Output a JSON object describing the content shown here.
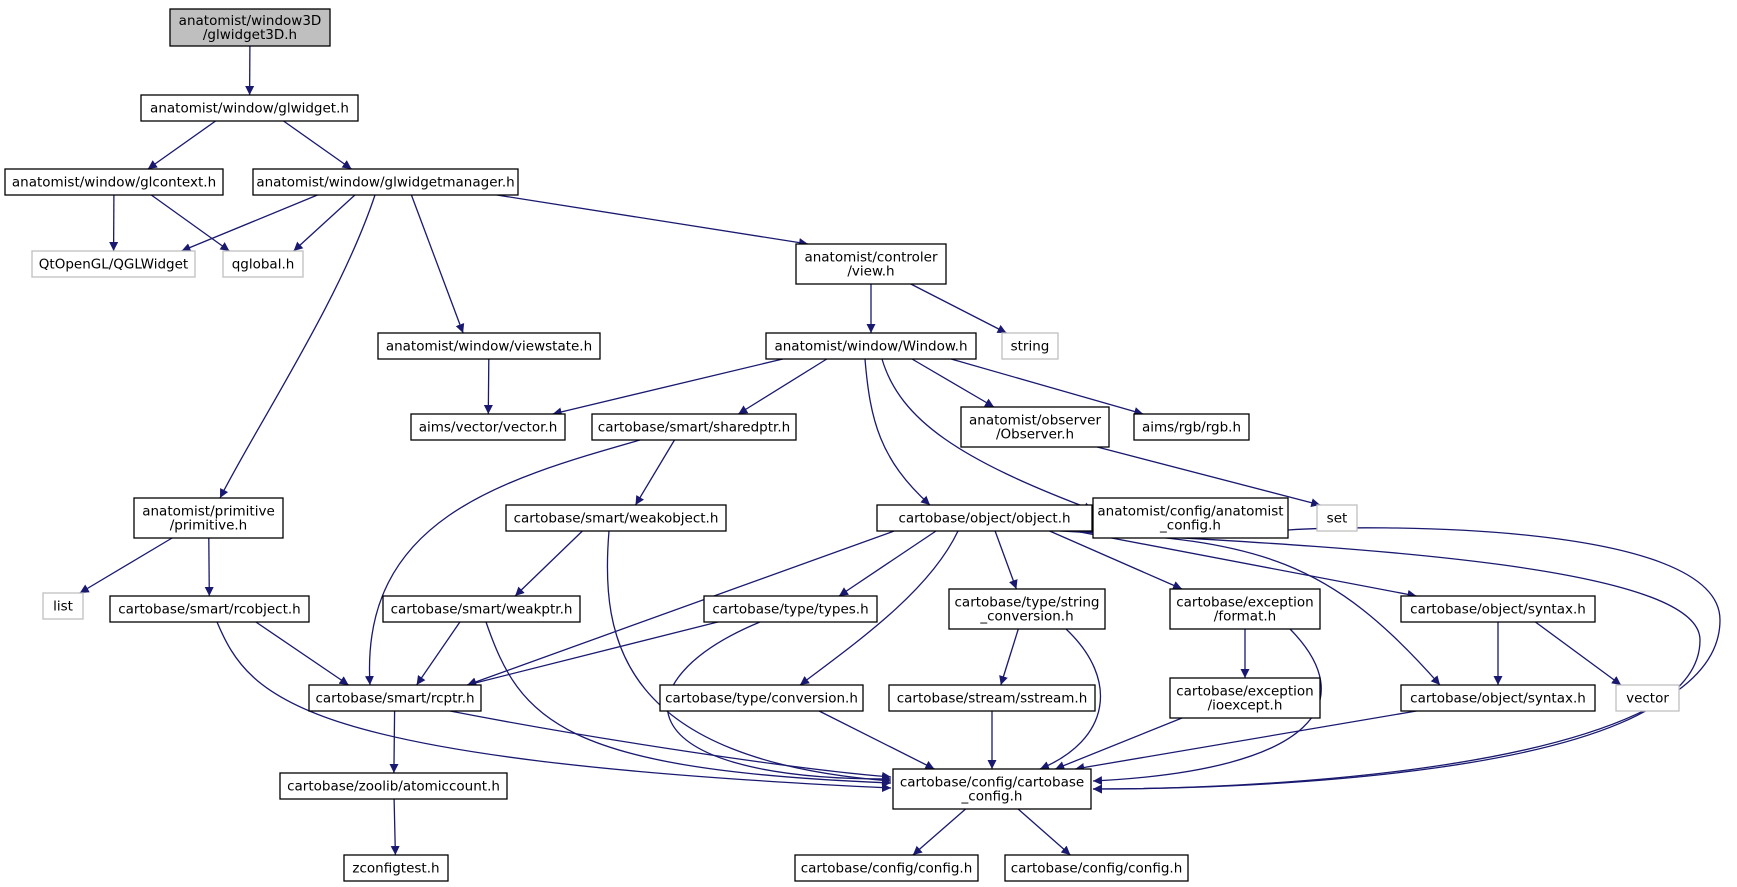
{
  "colors": {
    "edge": "#191970",
    "node_border": "#000000",
    "external_border": "#bfbfbf",
    "root_fill": "#bfbfbf",
    "node_fill": "#ffffff"
  },
  "nodes": [
    {
      "id": "n0",
      "lines": [
        "anatomist/window3D",
        "/glwidget3D.h"
      ],
      "kind": "root"
    },
    {
      "id": "n1",
      "lines": [
        "anatomist/window/glwidget.h"
      ],
      "kind": "internal"
    },
    {
      "id": "n2",
      "lines": [
        "anatomist/window/glcontext.h"
      ],
      "kind": "internal"
    },
    {
      "id": "n3",
      "lines": [
        "anatomist/window/glwidgetmanager.h"
      ],
      "kind": "internal"
    },
    {
      "id": "n4",
      "lines": [
        "QtOpenGL/QGLWidget"
      ],
      "kind": "external"
    },
    {
      "id": "n5",
      "lines": [
        "qglobal.h"
      ],
      "kind": "external"
    },
    {
      "id": "n6",
      "lines": [
        "anatomist/controler",
        "/view.h"
      ],
      "kind": "internal"
    },
    {
      "id": "n7",
      "lines": [
        "anatomist/window/viewstate.h"
      ],
      "kind": "internal"
    },
    {
      "id": "n8",
      "lines": [
        "anatomist/window/Window.h"
      ],
      "kind": "internal"
    },
    {
      "id": "n9",
      "lines": [
        "string"
      ],
      "kind": "external"
    },
    {
      "id": "n10",
      "lines": [
        "aims/vector/vector.h"
      ],
      "kind": "internal"
    },
    {
      "id": "n11",
      "lines": [
        "cartobase/smart/sharedptr.h"
      ],
      "kind": "internal"
    },
    {
      "id": "n12",
      "lines": [
        "anatomist/observer",
        "/Observer.h"
      ],
      "kind": "internal"
    },
    {
      "id": "n13",
      "lines": [
        "aims/rgb/rgb.h"
      ],
      "kind": "internal"
    },
    {
      "id": "n14",
      "lines": [
        "anatomist/primitive",
        "/primitive.h"
      ],
      "kind": "internal"
    },
    {
      "id": "n15",
      "lines": [
        "cartobase/smart/weakobject.h"
      ],
      "kind": "internal"
    },
    {
      "id": "n16",
      "lines": [
        "cartobase/object/object.h"
      ],
      "kind": "internal"
    },
    {
      "id": "n17",
      "lines": [
        "anatomist/config/anatomist",
        "_config.h"
      ],
      "kind": "internal"
    },
    {
      "id": "n18",
      "lines": [
        "set"
      ],
      "kind": "external"
    },
    {
      "id": "n19",
      "lines": [
        "list"
      ],
      "kind": "external"
    },
    {
      "id": "n20",
      "lines": [
        "cartobase/smart/rcobject.h"
      ],
      "kind": "internal"
    },
    {
      "id": "n21",
      "lines": [
        "cartobase/smart/weakptr.h"
      ],
      "kind": "internal"
    },
    {
      "id": "n22",
      "lines": [
        "cartobase/type/types.h"
      ],
      "kind": "internal"
    },
    {
      "id": "n23",
      "lines": [
        "cartobase/type/string",
        "_conversion.h"
      ],
      "kind": "internal"
    },
    {
      "id": "n24",
      "lines": [
        "cartobase/exception",
        "/format.h"
      ],
      "kind": "internal"
    },
    {
      "id": "n25",
      "lines": [
        "cartobase/object/syntax.h"
      ],
      "kind": "internal"
    },
    {
      "id": "n26",
      "lines": [
        "cartobase/smart/rcptr.h"
      ],
      "kind": "internal"
    },
    {
      "id": "n27",
      "lines": [
        "cartobase/type/conversion.h"
      ],
      "kind": "internal"
    },
    {
      "id": "n28",
      "lines": [
        "cartobase/stream/sstream.h"
      ],
      "kind": "internal"
    },
    {
      "id": "n29",
      "lines": [
        "cartobase/exception",
        "/ioexcept.h"
      ],
      "kind": "internal"
    },
    {
      "id": "n30",
      "lines": [
        "cartobase/object/syntax.h"
      ],
      "kind": "internal"
    },
    {
      "id": "n31",
      "lines": [
        "vector"
      ],
      "kind": "external"
    },
    {
      "id": "n32",
      "lines": [
        "cartobase/config/cartobase",
        "_config.h"
      ],
      "kind": "internal"
    },
    {
      "id": "n33",
      "lines": [
        "cartobase/zoolib/atomiccount.h"
      ],
      "kind": "internal"
    },
    {
      "id": "n34",
      "lines": [
        "zconfigtest.h"
      ],
      "kind": "internal"
    },
    {
      "id": "n35",
      "lines": [
        "cartobase/config/config.h"
      ],
      "kind": "internal"
    },
    {
      "id": "n36",
      "lines": [
        "cartobase/config/config.h"
      ],
      "kind": "internal"
    }
  ],
  "edges": [
    [
      "n0",
      "n1"
    ],
    [
      "n1",
      "n2"
    ],
    [
      "n1",
      "n3"
    ],
    [
      "n2",
      "n4"
    ],
    [
      "n2",
      "n5"
    ],
    [
      "n3",
      "n4"
    ],
    [
      "n3",
      "n5"
    ],
    [
      "n3",
      "n6"
    ],
    [
      "n3",
      "n7"
    ],
    [
      "n3",
      "n14"
    ],
    [
      "n6",
      "n8"
    ],
    [
      "n6",
      "n9"
    ],
    [
      "n7",
      "n10"
    ],
    [
      "n8",
      "n10"
    ],
    [
      "n8",
      "n11"
    ],
    [
      "n8",
      "n12"
    ],
    [
      "n8",
      "n13"
    ],
    [
      "n8",
      "n16"
    ],
    [
      "n8",
      "n17"
    ],
    [
      "n12",
      "n18"
    ],
    [
      "n11",
      "n15"
    ],
    [
      "n11",
      "n26"
    ],
    [
      "n15",
      "n21"
    ],
    [
      "n15",
      "n32"
    ],
    [
      "n14",
      "n19"
    ],
    [
      "n14",
      "n20"
    ],
    [
      "n20",
      "n26"
    ],
    [
      "n20",
      "n32"
    ],
    [
      "n21",
      "n26"
    ],
    [
      "n21",
      "n32"
    ],
    [
      "n16",
      "n26"
    ],
    [
      "n16",
      "n22"
    ],
    [
      "n16",
      "n27"
    ],
    [
      "n16",
      "n23"
    ],
    [
      "n16",
      "n24"
    ],
    [
      "n16",
      "n30"
    ],
    [
      "n16",
      "n25"
    ],
    [
      "n16",
      "n32"
    ],
    [
      "n17",
      "n32"
    ],
    [
      "n22",
      "n26"
    ],
    [
      "n22",
      "n32"
    ],
    [
      "n23",
      "n28"
    ],
    [
      "n23",
      "n32"
    ],
    [
      "n24",
      "n29"
    ],
    [
      "n24",
      "n32"
    ],
    [
      "n25",
      "n30"
    ],
    [
      "n25",
      "n31"
    ],
    [
      "n26",
      "n33"
    ],
    [
      "n26",
      "n32"
    ],
    [
      "n27",
      "n32"
    ],
    [
      "n28",
      "n32"
    ],
    [
      "n29",
      "n32"
    ],
    [
      "n30",
      "n32"
    ],
    [
      "n33",
      "n34"
    ],
    [
      "n32",
      "n35"
    ],
    [
      "n32",
      "n36"
    ]
  ]
}
